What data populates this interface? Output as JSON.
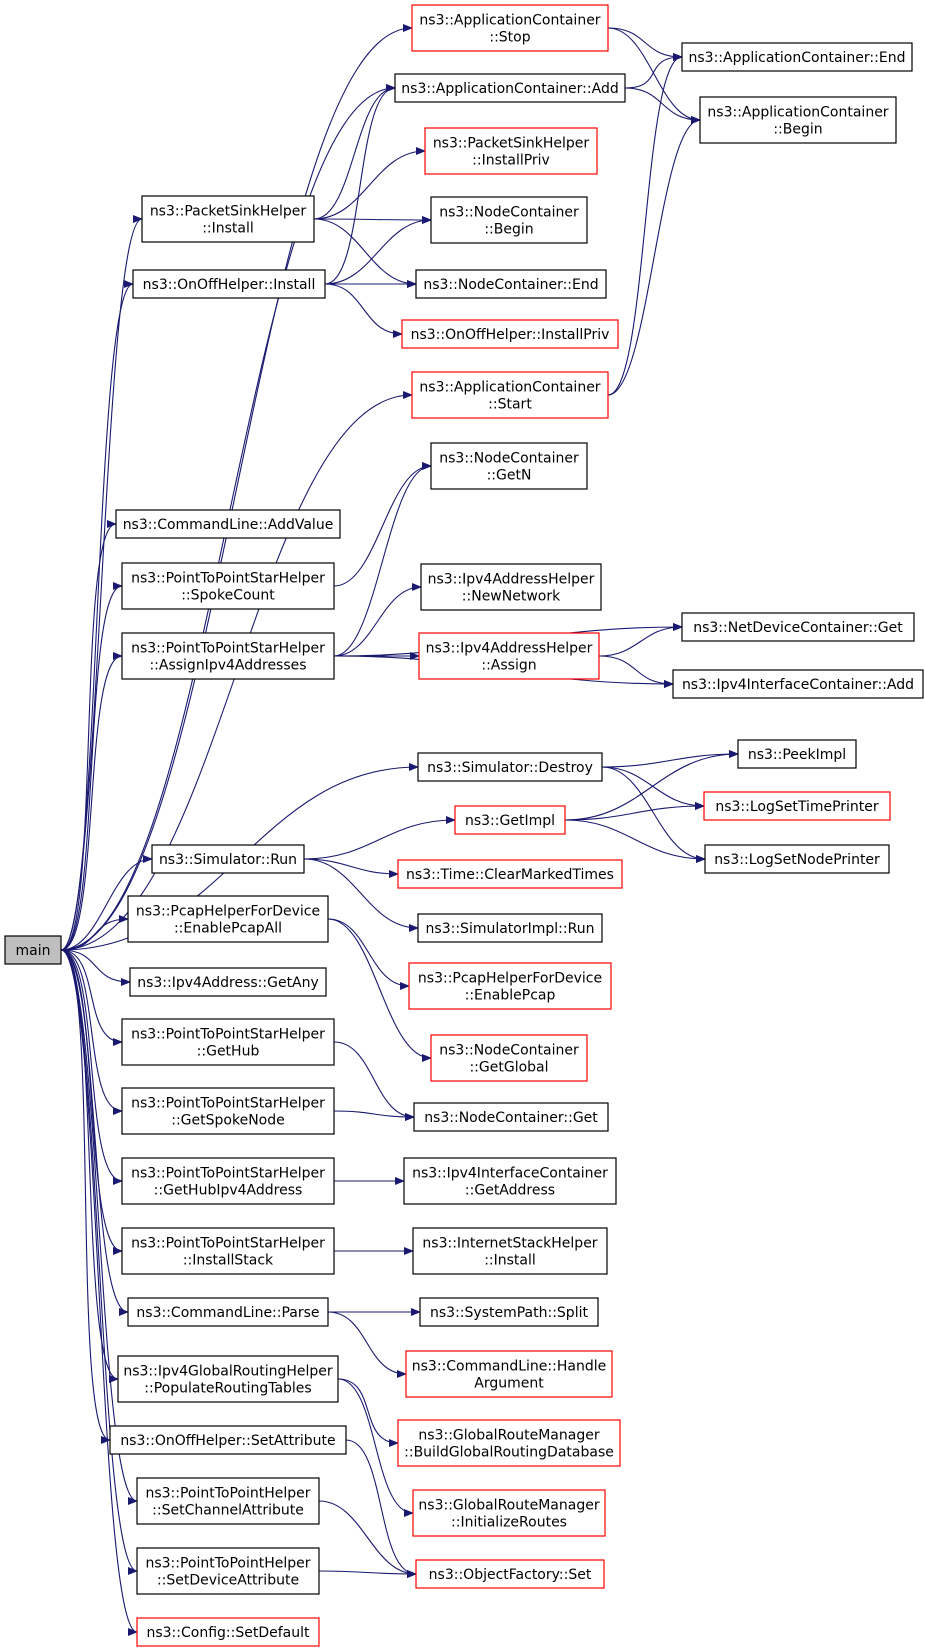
{
  "colors": {
    "edge": "#191970",
    "plain_border": "#000000",
    "red_border": "#ff0000",
    "root_fill": "#bfbfbf",
    "node_fill": "#ffffff"
  },
  "nodes": [
    {
      "id": "main",
      "lines": [
        "main"
      ],
      "style": "root"
    },
    {
      "id": "ac_stop",
      "lines": [
        "ns3::ApplicationContainer",
        "::Stop"
      ],
      "style": "red"
    },
    {
      "id": "ac_end",
      "lines": [
        "ns3::ApplicationContainer::End"
      ],
      "style": "plain"
    },
    {
      "id": "ac_add",
      "lines": [
        "ns3::ApplicationContainer::Add"
      ],
      "style": "plain"
    },
    {
      "id": "ac_begin",
      "lines": [
        "ns3::ApplicationContainer",
        "::Begin"
      ],
      "style": "plain"
    },
    {
      "id": "psh_installpriv",
      "lines": [
        "ns3::PacketSinkHelper",
        "::InstallPriv"
      ],
      "style": "red"
    },
    {
      "id": "psh_install",
      "lines": [
        "ns3::PacketSinkHelper",
        "::Install"
      ],
      "style": "plain"
    },
    {
      "id": "nc_begin",
      "lines": [
        "ns3::NodeContainer",
        "::Begin"
      ],
      "style": "plain"
    },
    {
      "id": "onoff_install",
      "lines": [
        "ns3::OnOffHelper::Install"
      ],
      "style": "plain"
    },
    {
      "id": "nc_end",
      "lines": [
        "ns3::NodeContainer::End"
      ],
      "style": "plain"
    },
    {
      "id": "onoff_installpriv",
      "lines": [
        "ns3::OnOffHelper::InstallPriv"
      ],
      "style": "red"
    },
    {
      "id": "ac_start",
      "lines": [
        "ns3::ApplicationContainer",
        "::Start"
      ],
      "style": "red"
    },
    {
      "id": "nc_getn",
      "lines": [
        "ns3::NodeContainer",
        "::GetN"
      ],
      "style": "plain"
    },
    {
      "id": "cl_addvalue",
      "lines": [
        "ns3::CommandLine::AddValue"
      ],
      "style": "plain"
    },
    {
      "id": "ptp_spokecount",
      "lines": [
        "ns3::PointToPointStarHelper",
        "::SpokeCount"
      ],
      "style": "plain"
    },
    {
      "id": "ipv4ah_newnetwork",
      "lines": [
        "ns3::Ipv4AddressHelper",
        "::NewNetwork"
      ],
      "style": "plain"
    },
    {
      "id": "ndc_get",
      "lines": [
        "ns3::NetDeviceContainer::Get"
      ],
      "style": "plain"
    },
    {
      "id": "ptp_assign",
      "lines": [
        "ns3::PointToPointStarHelper",
        "::AssignIpv4Addresses"
      ],
      "style": "plain"
    },
    {
      "id": "ipv4ah_assign",
      "lines": [
        "ns3::Ipv4AddressHelper",
        "::Assign"
      ],
      "style": "red"
    },
    {
      "id": "ipv4ic_add",
      "lines": [
        "ns3::Ipv4InterfaceContainer::Add"
      ],
      "style": "plain"
    },
    {
      "id": "peekimpl",
      "lines": [
        "ns3::PeekImpl"
      ],
      "style": "plain"
    },
    {
      "id": "sim_destroy",
      "lines": [
        "ns3::Simulator::Destroy"
      ],
      "style": "plain"
    },
    {
      "id": "logsettime",
      "lines": [
        "ns3::LogSetTimePrinter"
      ],
      "style": "red"
    },
    {
      "id": "getimpl",
      "lines": [
        "ns3::GetImpl"
      ],
      "style": "red"
    },
    {
      "id": "logsetnode",
      "lines": [
        "ns3::LogSetNodePrinter"
      ],
      "style": "plain"
    },
    {
      "id": "sim_run",
      "lines": [
        "ns3::Simulator::Run"
      ],
      "style": "plain"
    },
    {
      "id": "time_clear",
      "lines": [
        "ns3::Time::ClearMarkedTimes"
      ],
      "style": "red"
    },
    {
      "id": "phfd_enableall",
      "lines": [
        "ns3::PcapHelperForDevice",
        "::EnablePcapAll"
      ],
      "style": "plain"
    },
    {
      "id": "simimpl_run",
      "lines": [
        "ns3::SimulatorImpl::Run"
      ],
      "style": "plain"
    },
    {
      "id": "ipv4addr_getany",
      "lines": [
        "ns3::Ipv4Address::GetAny"
      ],
      "style": "plain"
    },
    {
      "id": "phfd_enable",
      "lines": [
        "ns3::PcapHelperForDevice",
        "::EnablePcap"
      ],
      "style": "red"
    },
    {
      "id": "ptp_gethub",
      "lines": [
        "ns3::PointToPointStarHelper",
        "::GetHub"
      ],
      "style": "plain"
    },
    {
      "id": "nc_getglobal",
      "lines": [
        "ns3::NodeContainer",
        "::GetGlobal"
      ],
      "style": "red"
    },
    {
      "id": "ptp_getspokenode",
      "lines": [
        "ns3::PointToPointStarHelper",
        "::GetSpokeNode"
      ],
      "style": "plain"
    },
    {
      "id": "nc_get",
      "lines": [
        "ns3::NodeContainer::Get"
      ],
      "style": "plain"
    },
    {
      "id": "ptp_gethubaddr",
      "lines": [
        "ns3::PointToPointStarHelper",
        "::GetHubIpv4Address"
      ],
      "style": "plain"
    },
    {
      "id": "ipv4ic_getaddr",
      "lines": [
        "ns3::Ipv4InterfaceContainer",
        "::GetAddress"
      ],
      "style": "plain"
    },
    {
      "id": "ptp_installstack",
      "lines": [
        "ns3::PointToPointStarHelper",
        "::InstallStack"
      ],
      "style": "plain"
    },
    {
      "id": "ish_install",
      "lines": [
        "ns3::InternetStackHelper",
        "::Install"
      ],
      "style": "plain"
    },
    {
      "id": "cl_parse",
      "lines": [
        "ns3::CommandLine::Parse"
      ],
      "style": "plain"
    },
    {
      "id": "sp_split",
      "lines": [
        "ns3::SystemPath::Split"
      ],
      "style": "plain"
    },
    {
      "id": "cl_handle",
      "lines": [
        "ns3::CommandLine::Handle",
        "Argument"
      ],
      "style": "red"
    },
    {
      "id": "ipv4grh_populate",
      "lines": [
        "ns3::Ipv4GlobalRoutingHelper",
        "::PopulateRoutingTables"
      ],
      "style": "plain"
    },
    {
      "id": "grm_build",
      "lines": [
        "ns3::GlobalRouteManager",
        "::BuildGlobalRoutingDatabase"
      ],
      "style": "red"
    },
    {
      "id": "onoff_setattr",
      "lines": [
        "ns3::OnOffHelper::SetAttribute"
      ],
      "style": "plain"
    },
    {
      "id": "grm_init",
      "lines": [
        "ns3::GlobalRouteManager",
        "::InitializeRoutes"
      ],
      "style": "red"
    },
    {
      "id": "ptph_setchannel",
      "lines": [
        "ns3::PointToPointHelper",
        "::SetChannelAttribute"
      ],
      "style": "plain"
    },
    {
      "id": "of_set",
      "lines": [
        "ns3::ObjectFactory::Set"
      ],
      "style": "red"
    },
    {
      "id": "ptph_setdevice",
      "lines": [
        "ns3::PointToPointHelper",
        "::SetDeviceAttribute"
      ],
      "style": "plain"
    },
    {
      "id": "config_setdefault",
      "lines": [
        "ns3::Config::SetDefault"
      ],
      "style": "red"
    }
  ],
  "edges": [
    [
      "main",
      "ac_stop"
    ],
    [
      "main",
      "ac_add"
    ],
    [
      "main",
      "psh_install"
    ],
    [
      "main",
      "onoff_install"
    ],
    [
      "main",
      "ac_start"
    ],
    [
      "main",
      "cl_addvalue"
    ],
    [
      "main",
      "ptp_spokecount"
    ],
    [
      "main",
      "ptp_assign"
    ],
    [
      "main",
      "sim_destroy"
    ],
    [
      "main",
      "sim_run"
    ],
    [
      "main",
      "phfd_enableall"
    ],
    [
      "main",
      "ipv4addr_getany"
    ],
    [
      "main",
      "ptp_gethub"
    ],
    [
      "main",
      "ptp_getspokenode"
    ],
    [
      "main",
      "ptp_gethubaddr"
    ],
    [
      "main",
      "ptp_installstack"
    ],
    [
      "main",
      "cl_parse"
    ],
    [
      "main",
      "ipv4grh_populate"
    ],
    [
      "main",
      "onoff_setattr"
    ],
    [
      "main",
      "ptph_setchannel"
    ],
    [
      "main",
      "ptph_setdevice"
    ],
    [
      "main",
      "config_setdefault"
    ],
    [
      "ac_stop",
      "ac_end"
    ],
    [
      "ac_stop",
      "ac_begin"
    ],
    [
      "ac_add",
      "ac_end"
    ],
    [
      "ac_add",
      "ac_begin"
    ],
    [
      "psh_install",
      "ac_add"
    ],
    [
      "psh_install",
      "psh_installpriv"
    ],
    [
      "psh_install",
      "nc_begin"
    ],
    [
      "psh_install",
      "nc_end"
    ],
    [
      "onoff_install",
      "ac_add"
    ],
    [
      "onoff_install",
      "nc_begin"
    ],
    [
      "onoff_install",
      "nc_end"
    ],
    [
      "onoff_install",
      "onoff_installpriv"
    ],
    [
      "ac_start",
      "ac_end"
    ],
    [
      "ac_start",
      "ac_begin"
    ],
    [
      "ptp_spokecount",
      "nc_getn"
    ],
    [
      "ptp_assign",
      "nc_getn"
    ],
    [
      "ptp_assign",
      "ndc_get"
    ],
    [
      "ptp_assign",
      "ipv4ah_newnetwork"
    ],
    [
      "ptp_assign",
      "ipv4ah_assign"
    ],
    [
      "ptp_assign",
      "ipv4ic_add"
    ],
    [
      "ipv4ah_assign",
      "ndc_get"
    ],
    [
      "ipv4ah_assign",
      "ipv4ic_add"
    ],
    [
      "sim_destroy",
      "peekimpl"
    ],
    [
      "sim_destroy",
      "logsettime"
    ],
    [
      "sim_destroy",
      "logsetnode"
    ],
    [
      "getimpl",
      "peekimpl"
    ],
    [
      "getimpl",
      "logsettime"
    ],
    [
      "getimpl",
      "logsetnode"
    ],
    [
      "sim_run",
      "getimpl"
    ],
    [
      "sim_run",
      "time_clear"
    ],
    [
      "sim_run",
      "simimpl_run"
    ],
    [
      "phfd_enableall",
      "phfd_enable"
    ],
    [
      "phfd_enableall",
      "nc_getglobal"
    ],
    [
      "ptp_gethub",
      "nc_get"
    ],
    [
      "ptp_getspokenode",
      "nc_get"
    ],
    [
      "ptp_gethubaddr",
      "ipv4ic_getaddr"
    ],
    [
      "ptp_installstack",
      "ish_install"
    ],
    [
      "cl_parse",
      "sp_split"
    ],
    [
      "cl_parse",
      "cl_handle"
    ],
    [
      "ipv4grh_populate",
      "grm_build"
    ],
    [
      "ipv4grh_populate",
      "grm_init"
    ],
    [
      "onoff_setattr",
      "of_set"
    ],
    [
      "ptph_setchannel",
      "of_set"
    ],
    [
      "ptph_setdevice",
      "of_set"
    ]
  ]
}
